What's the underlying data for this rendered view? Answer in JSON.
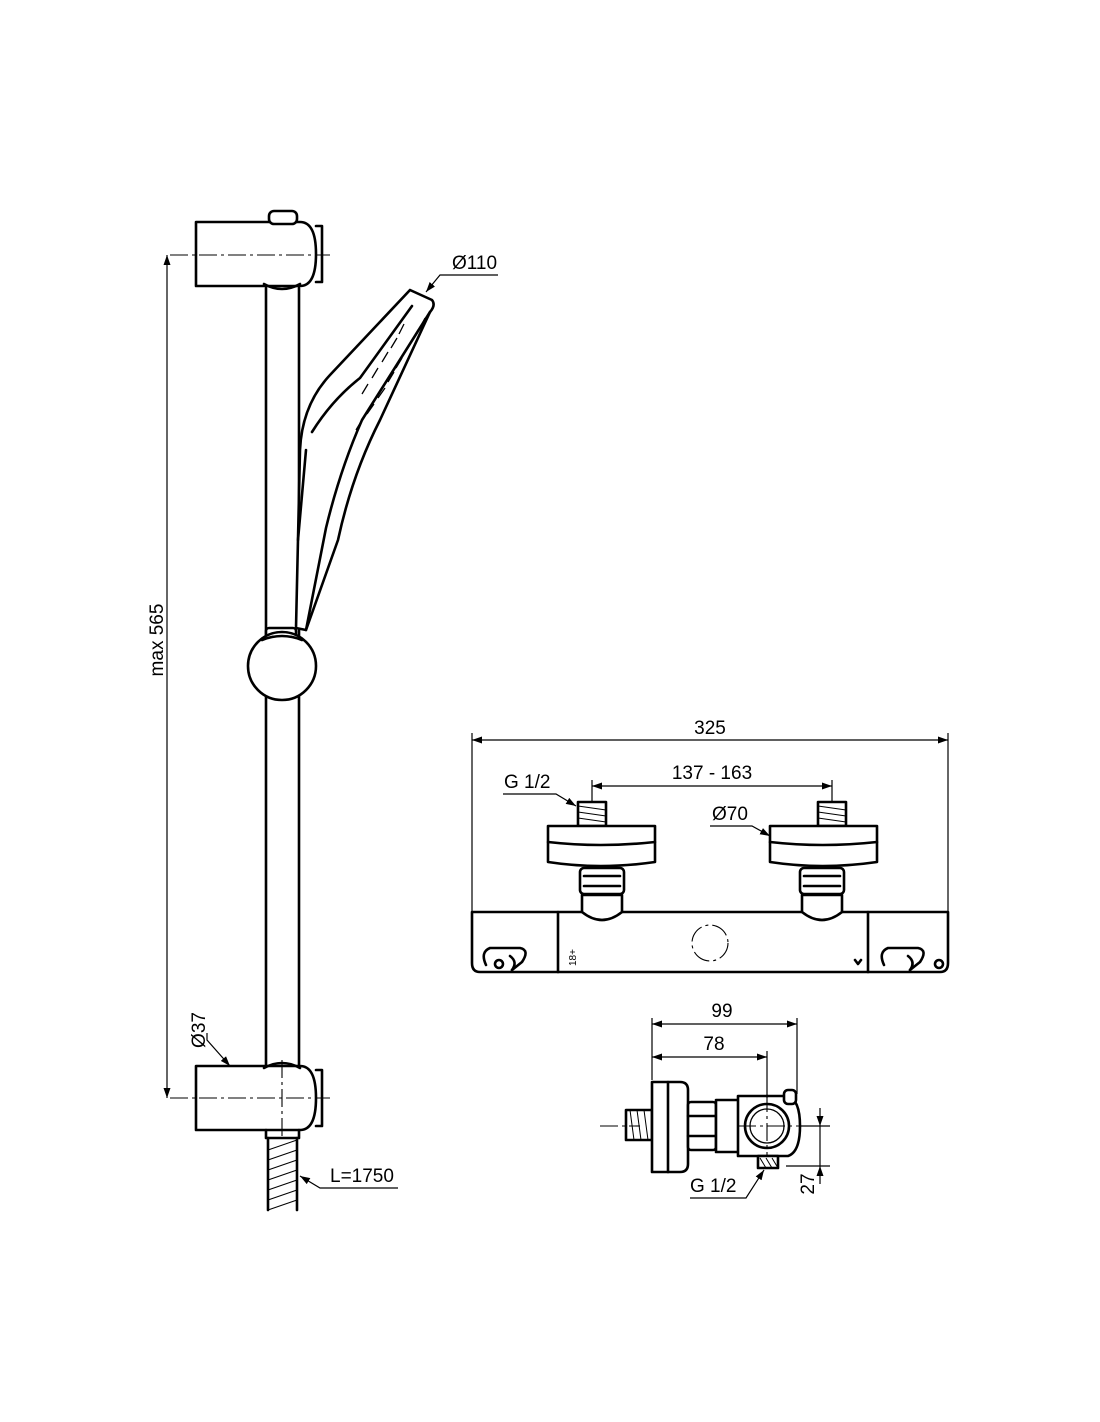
{
  "dimensions": {
    "shower_head_diameter": "Ø110",
    "rail_height": "max 565",
    "rail_diameter": "Ø37",
    "hose_length": "L=1750",
    "valve_width": "325",
    "inlet_centres": "137 - 163",
    "inlet_thread_front": "G 1/2",
    "escutcheon_diameter": "Ø70",
    "depth_total": "99",
    "depth_to_centre": "78",
    "inlet_thread_side": "G 1/2",
    "outlet_offset": "27"
  },
  "colors": {
    "ink": "#000000",
    "paper": "#ffffff"
  }
}
